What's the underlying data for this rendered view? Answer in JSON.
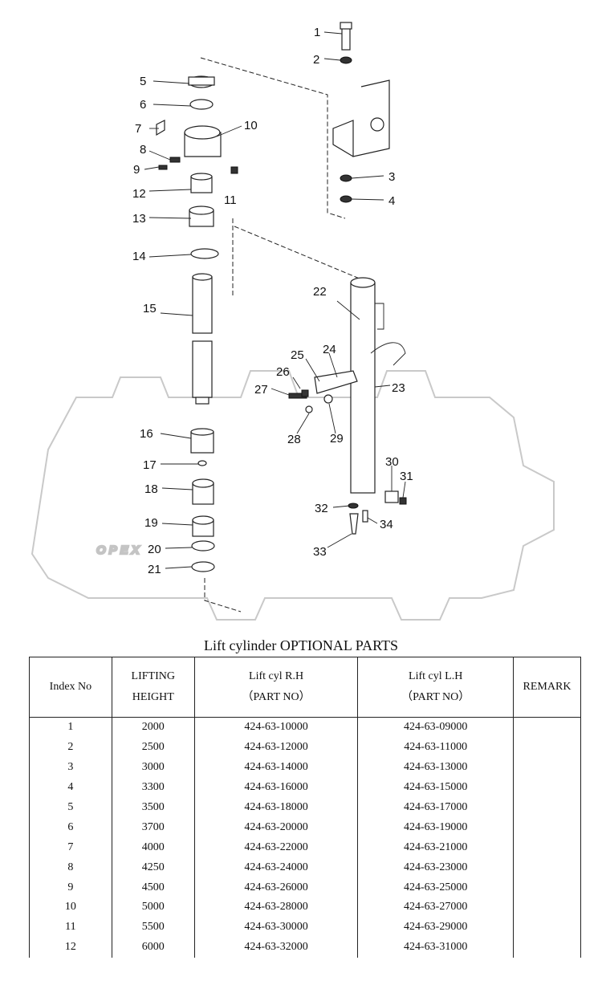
{
  "diagram": {
    "watermark": "OPEX",
    "callouts": [
      "1",
      "2",
      "3",
      "4",
      "5",
      "6",
      "7",
      "8",
      "9",
      "10",
      "11",
      "12",
      "13",
      "14",
      "15",
      "16",
      "17",
      "18",
      "19",
      "20",
      "21",
      "22",
      "23",
      "24",
      "25",
      "26",
      "27",
      "28",
      "29",
      "30",
      "31",
      "32",
      "33",
      "34"
    ]
  },
  "table": {
    "title": "Lift cylinder OPTIONAL PARTS",
    "headers": {
      "index": "Index No",
      "lifting_line1": "LIFTING",
      "lifting_line2": "HEIGHT",
      "rh_line1": "Lift cyl R.H",
      "rh_line2": "（PART NO）",
      "lh_line1": "Lift cyl L.H",
      "lh_line2": "（PART NO）",
      "remark": "REMARK"
    },
    "rows": [
      {
        "index": "1",
        "height": "2000",
        "rh": "424-63-10000",
        "lh": "424-63-09000",
        "remark": ""
      },
      {
        "index": "2",
        "height": "2500",
        "rh": "424-63-12000",
        "lh": "424-63-11000",
        "remark": ""
      },
      {
        "index": "3",
        "height": "3000",
        "rh": "424-63-14000",
        "lh": "424-63-13000",
        "remark": ""
      },
      {
        "index": "4",
        "height": "3300",
        "rh": "424-63-16000",
        "lh": "424-63-15000",
        "remark": ""
      },
      {
        "index": "5",
        "height": "3500",
        "rh": "424-63-18000",
        "lh": "424-63-17000",
        "remark": ""
      },
      {
        "index": "6",
        "height": "3700",
        "rh": "424-63-20000",
        "lh": "424-63-19000",
        "remark": ""
      },
      {
        "index": "7",
        "height": "4000",
        "rh": "424-63-22000",
        "lh": "424-63-21000",
        "remark": ""
      },
      {
        "index": "8",
        "height": "4250",
        "rh": "424-63-24000",
        "lh": "424-63-23000",
        "remark": ""
      },
      {
        "index": "9",
        "height": "4500",
        "rh": "424-63-26000",
        "lh": "424-63-25000",
        "remark": ""
      },
      {
        "index": "10",
        "height": "5000",
        "rh": "424-63-28000",
        "lh": "424-63-27000",
        "remark": ""
      },
      {
        "index": "11",
        "height": "5500",
        "rh": "424-63-30000",
        "lh": "424-63-29000",
        "remark": ""
      },
      {
        "index": "12",
        "height": "6000",
        "rh": "424-63-32000",
        "lh": "424-63-31000",
        "remark": ""
      }
    ]
  }
}
